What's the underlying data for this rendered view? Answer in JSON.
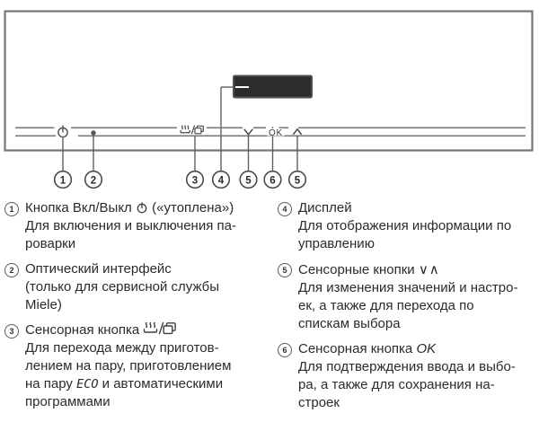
{
  "panel": {
    "callout_numbers": [
      "1",
      "2",
      "3",
      "4",
      "5",
      "6",
      "5"
    ],
    "ok_key_label": "OK"
  },
  "legend": {
    "left": [
      {
        "num": "1",
        "title_pre": "Кнопка Вкл/Выкл",
        "title_post": "(«утоплена»)",
        "body": "Для включения и выключения па-\nроварки"
      },
      {
        "num": "2",
        "title": "Оптический интерфейс",
        "body": "(только для сервисной службы\nMiele)"
      },
      {
        "num": "3",
        "title_pre": "Сенсорная кнопка",
        "body_pre": "Для перехода между приготов-\nлением на пару, приготовлением\nна пару ",
        "eco_label": "ECO",
        "body_post": " и автоматическими\nпрограммами"
      }
    ],
    "right": [
      {
        "num": "4",
        "title": "Дисплей",
        "body": "Для отображения информации по\nуправлению"
      },
      {
        "num": "5",
        "title_pre": "Сенсорные кнопки",
        "arrows": "∨∧",
        "body": "Для изменения значений и настро-\nек, а также для перехода по\nспискам выбора"
      },
      {
        "num": "6",
        "title_pre": "Сенсорная кнопка",
        "ok_label": "OK",
        "body": "Для подтверждения ввода и выбо-\nра, а также для сохранения на-\nстроек"
      }
    ]
  }
}
